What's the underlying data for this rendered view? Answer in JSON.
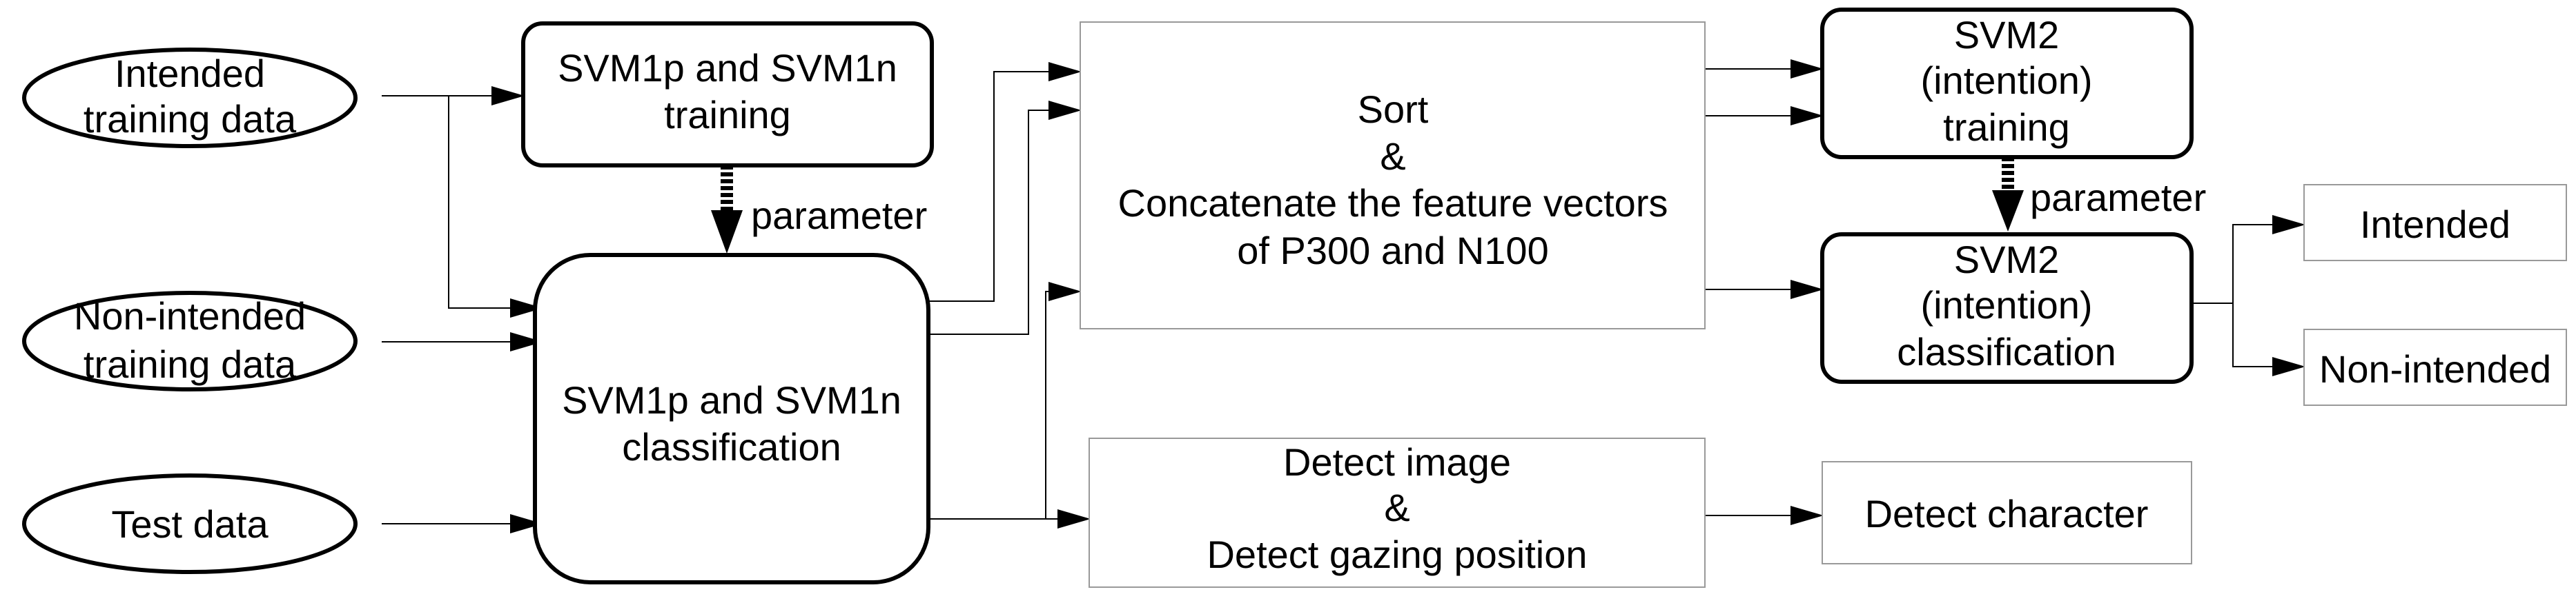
{
  "nodes": {
    "intended_training_data": [
      "Intended",
      "training data"
    ],
    "non_intended_training_data": [
      "Non-intended",
      "training data"
    ],
    "test_data": [
      "Test data"
    ],
    "svm1_training": [
      "SVM1p and SVM1n",
      "training"
    ],
    "svm1_classification": [
      "SVM1p and SVM1n",
      "classification"
    ],
    "sort_concat": [
      "Sort",
      "&",
      "Concatenate the feature vectors",
      "of P300 and N100"
    ],
    "detect_image": [
      "Detect image",
      "&",
      "Detect gazing position"
    ],
    "svm2_training": [
      "SVM2",
      "(intention)",
      "training"
    ],
    "svm2_classification": [
      "SVM2",
      "(intention)",
      "classification"
    ],
    "intended": [
      "Intended"
    ],
    "non_intended": [
      "Non-intended"
    ],
    "detect_character": [
      "Detect character"
    ]
  },
  "edge_labels": {
    "svm1_parameter": "parameter",
    "svm2_parameter": "parameter"
  },
  "colors": {
    "stroke": "#000000",
    "box_stroke": "#999999",
    "background": "#ffffff"
  }
}
